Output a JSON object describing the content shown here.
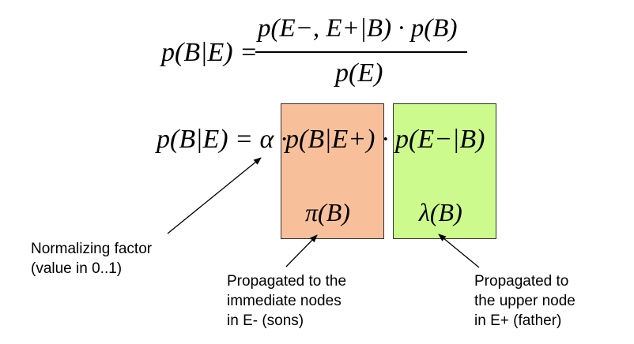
{
  "formula_top": {
    "lhs": "p(B|E) =",
    "numerator": "p(E−, E+|B) · p(B)",
    "denominator": "p(E)"
  },
  "formula_bottom": {
    "lhs": "p(B|E) = α ·",
    "term_pi": "p(B|E+) ·",
    "term_lambda": "p(E−|B)"
  },
  "symbols": {
    "pi": "π(B)",
    "lambda": "λ(B)"
  },
  "annotations": {
    "normalizing": "Normalizing factor\n(value in 0..1)",
    "sons": "Propagated to the\nimmediate nodes\nin E- (sons)",
    "father": "Propagated to\nthe upper node\nin E+ (father)"
  },
  "colors": {
    "pi_box": "#f8c09a",
    "lambda_box": "#ccfa8c"
  }
}
